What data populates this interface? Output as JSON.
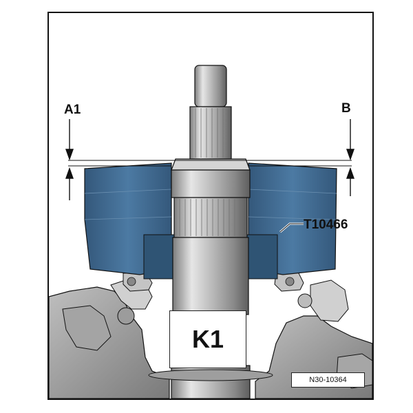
{
  "labels": {
    "dimension_a1": "A1",
    "dimension_b": "B",
    "tool": "T10466",
    "part": "K1"
  },
  "figure_id": "N30-10364",
  "colors": {
    "tool_blue": "#3f6a92",
    "shaft_grey": "#c8c8c8",
    "housing_grey": "#9a9a9a",
    "outline": "#111111"
  }
}
